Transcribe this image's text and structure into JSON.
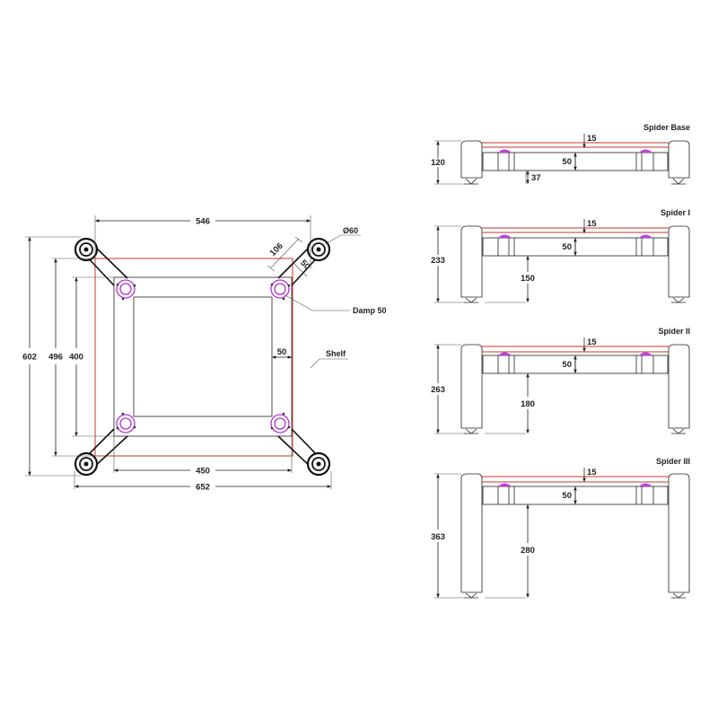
{
  "colors": {
    "line": "#222222",
    "shelf": "#c0392b",
    "damp": "#b030d0",
    "background": "#ffffff"
  },
  "plan_view": {
    "dimensions": {
      "top_width": "546",
      "bottom_inner_width": "450",
      "bottom_outer_width": "652",
      "left_outer_height": "602",
      "left_shelf_height": "496",
      "left_frame_height": "400",
      "frame_width": "50",
      "arm_length": "106",
      "arm_width": "50"
    },
    "labels": {
      "spike_diameter": "Ø60",
      "damp": "Damp 50",
      "shelf": "Shelf"
    }
  },
  "side_views": [
    {
      "title": "Spider Base",
      "total_height": "120",
      "shelf_thickness": "15",
      "frame_height": "50",
      "clearance": "37"
    },
    {
      "title": "Spider I",
      "total_height": "233",
      "shelf_thickness": "15",
      "frame_height": "50",
      "clearance": "150"
    },
    {
      "title": "Spider II",
      "total_height": "263",
      "shelf_thickness": "15",
      "frame_height": "50",
      "clearance": "180"
    },
    {
      "title": "Spider III",
      "total_height": "363",
      "shelf_thickness": "15",
      "frame_height": "50",
      "clearance": "280"
    }
  ]
}
